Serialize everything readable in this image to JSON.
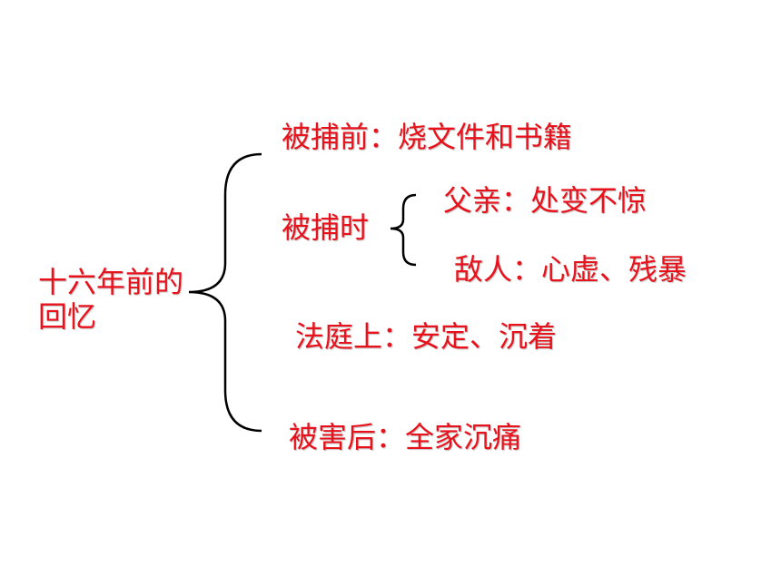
{
  "root": {
    "label": "十六年前的回忆"
  },
  "branches": [
    {
      "label": "被捕前：烧文件和书籍"
    },
    {
      "label": "被捕时",
      "children": [
        {
          "label": "父亲：处变不惊"
        },
        {
          "label": "敌人：心虚、残暴"
        }
      ]
    },
    {
      "label": "法庭上：安定、沉着"
    },
    {
      "label": "被害后：全家沉痛"
    }
  ],
  "colors": {
    "text": "#e8121c",
    "brace": "#000000",
    "background": "#ffffff"
  }
}
